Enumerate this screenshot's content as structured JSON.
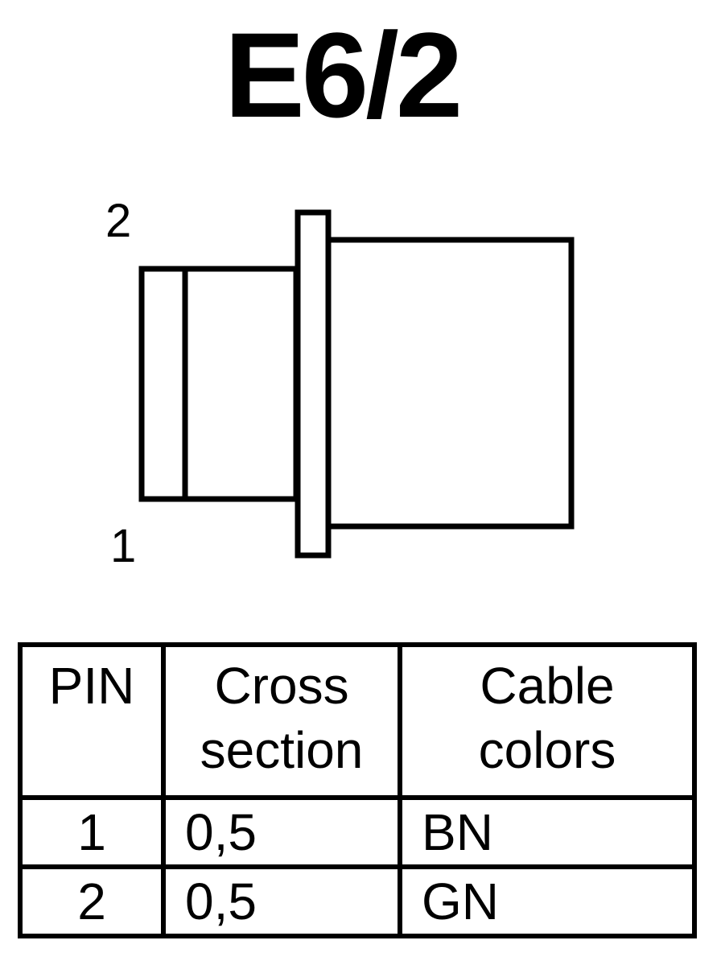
{
  "title": "E6/2",
  "connector": {
    "pin_labels": {
      "top": "2",
      "bottom": "1"
    }
  },
  "table": {
    "headers": [
      [
        "PIN"
      ],
      [
        "Cross",
        "section"
      ],
      [
        "Cable",
        "colors"
      ]
    ],
    "rows": [
      {
        "pin": "1",
        "cross_section": "0,5",
        "color": "BN"
      },
      {
        "pin": "2",
        "cross_section": "0,5",
        "color": "GN"
      }
    ]
  }
}
